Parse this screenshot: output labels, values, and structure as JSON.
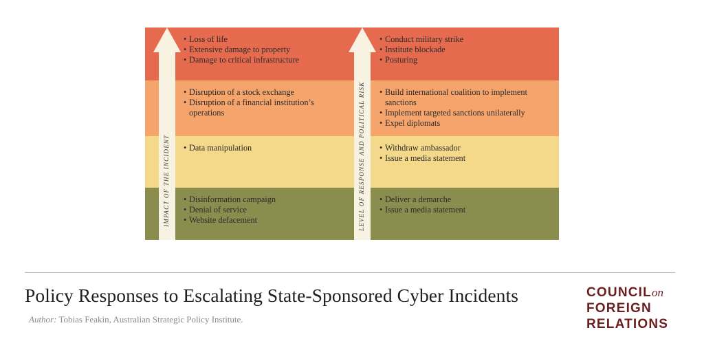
{
  "diagram": {
    "colors": [
      "#e56a4e",
      "#f5a46c",
      "#f4d98a",
      "#8a8d4e"
    ],
    "arrow_color": "#f7f2e2",
    "left_axis_label": "IMPACT OF THE INCIDENT",
    "right_axis_label": "LEVEL OF RESPONSE AND POLITICAL RISK",
    "bands": [
      {
        "impacts": [
          "Loss of life",
          "Extensive damage to property",
          "Damage to critical infrastructure"
        ],
        "responses": [
          "Conduct military strike",
          "Institute blockade",
          "Posturing"
        ]
      },
      {
        "impacts": [
          "Disruption of a stock exchange",
          "Disruption of a financial institution’s operations"
        ],
        "responses": [
          "Build international coalition to implement sanctions",
          "Implement targeted sanctions unilaterally",
          "Expel diplomats"
        ]
      },
      {
        "impacts": [
          "Data manipulation"
        ],
        "responses": [
          "Withdraw ambassador",
          "Issue a media statement"
        ]
      },
      {
        "impacts": [
          "Disinformation campaign",
          "Denial of service",
          "Website defacement"
        ],
        "responses": [
          "Deliver a demarche",
          "Issue a media statement"
        ]
      }
    ]
  },
  "footer": {
    "title": "Policy Responses to Escalating State-Sponsored Cyber Incidents",
    "author_label": "Author:",
    "author_text": "Tobias Feakin, Australian Strategic Policy Institute."
  },
  "logo": {
    "line1": "COUNCIL",
    "on": "on",
    "line2": "FOREIGN",
    "line3": "RELATIONS"
  }
}
